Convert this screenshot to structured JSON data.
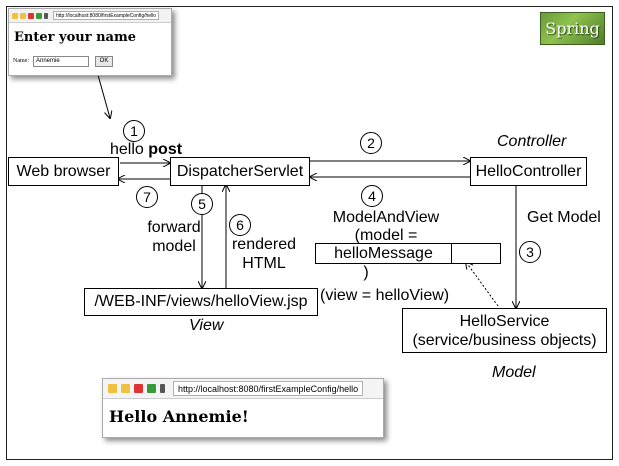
{
  "logo": {
    "text": "Spring"
  },
  "top_window": {
    "url": "http://localhost:8080/firstExampleConfig/hello",
    "heading": "Enter your name",
    "field_label": "Name:",
    "field_value": "Annemie",
    "button_label": "OK"
  },
  "bottom_window": {
    "url": "http://localhost:8080/firstExampleConfig/hello",
    "message": "Hello Annemie!"
  },
  "nodes": {
    "web_browser": "Web browser",
    "dispatcher": "DispatcherServlet",
    "hello_controller": "HelloController",
    "view_jsp": "/WEB-INF/views/helloView.jsp",
    "hello_service_1": "HelloService",
    "hello_service_2": "(service/business objects)",
    "model_cell": "helloMessage"
  },
  "labels": {
    "controller": "Controller",
    "view": "View",
    "model": "Model",
    "hello": "hello",
    "post": "post",
    "forward": "forward",
    "forward_model": "model",
    "rendered": "rendered",
    "rendered_html": "HTML",
    "get_model": "Get Model",
    "mav_line1": "ModelAndView",
    "mav_line2": "(model =",
    "mav_line3": ")",
    "mav_line4": "(view = helloView)"
  },
  "steps": [
    "1",
    "2",
    "3",
    "4",
    "5",
    "6",
    "7"
  ]
}
